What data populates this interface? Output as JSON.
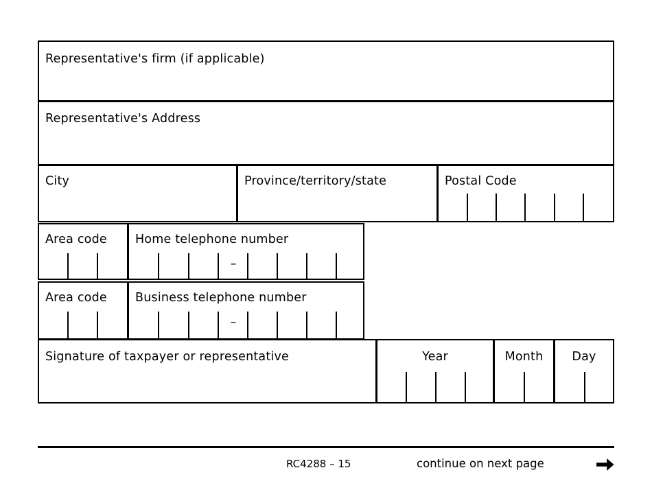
{
  "document": {
    "form_id": "RC4288",
    "page_label": "RC4288 – 15"
  },
  "form": {
    "rows": {
      "firm": {
        "label": "Representative's firm (if applicable)"
      },
      "address": {
        "label": "Representative's Address"
      },
      "city": {
        "label": "City"
      },
      "province": {
        "label": "Province/territory/state"
      },
      "postal_code": {
        "label": "Postal Code",
        "cells": 6
      },
      "home_phone": {
        "area_code_label": "Area code",
        "area_code_cells": 3,
        "number_label": "Home telephone number",
        "separator": "–",
        "number_cells": 7
      },
      "business_phone": {
        "area_code_label": "Area code",
        "area_code_cells": 3,
        "number_label": "Business telephone number",
        "separator": "–",
        "number_cells": 7
      },
      "signature": {
        "label": "Signature of taxpayer or representative"
      },
      "date": {
        "year_label": "Year",
        "year_cells": 4,
        "month_label": "Month",
        "month_cells": 2,
        "day_label": "Day",
        "day_cells": 2
      }
    }
  },
  "footer": {
    "page_ref": "RC4288 – 15",
    "continue_text": "continue on next page",
    "arrow_icon": "➜"
  },
  "colors": {
    "ink": "#000000",
    "paper": "#ffffff"
  }
}
